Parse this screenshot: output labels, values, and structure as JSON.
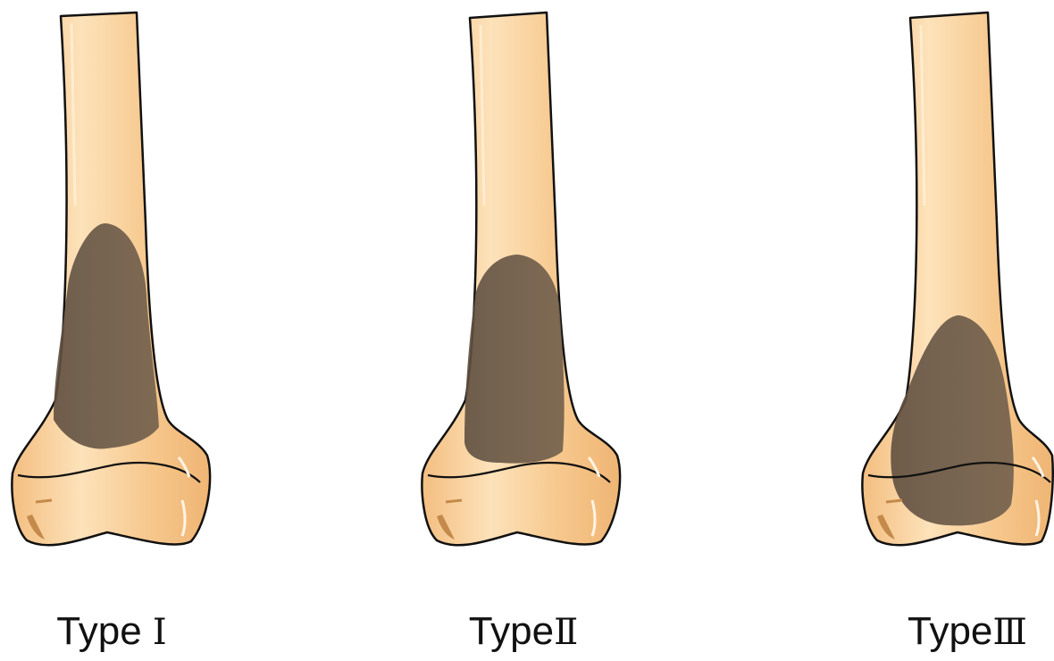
{
  "panels": [
    {
      "label_word": "Type",
      "label_numeral": "Ⅰ",
      "lesion": "metaphysis"
    },
    {
      "label_word": "Type",
      "label_numeral": "Ⅱ",
      "lesion": "metaphysis-to-physis"
    },
    {
      "label_word": "Type",
      "label_numeral": "Ⅲ",
      "lesion": "crosses-physis-into-epiphysis"
    }
  ],
  "colors": {
    "bone_fill": "#f6c990",
    "bone_highlight": "#fde3bd",
    "bone_outline": "#111111",
    "lesion_fill": "#6b5a48"
  }
}
